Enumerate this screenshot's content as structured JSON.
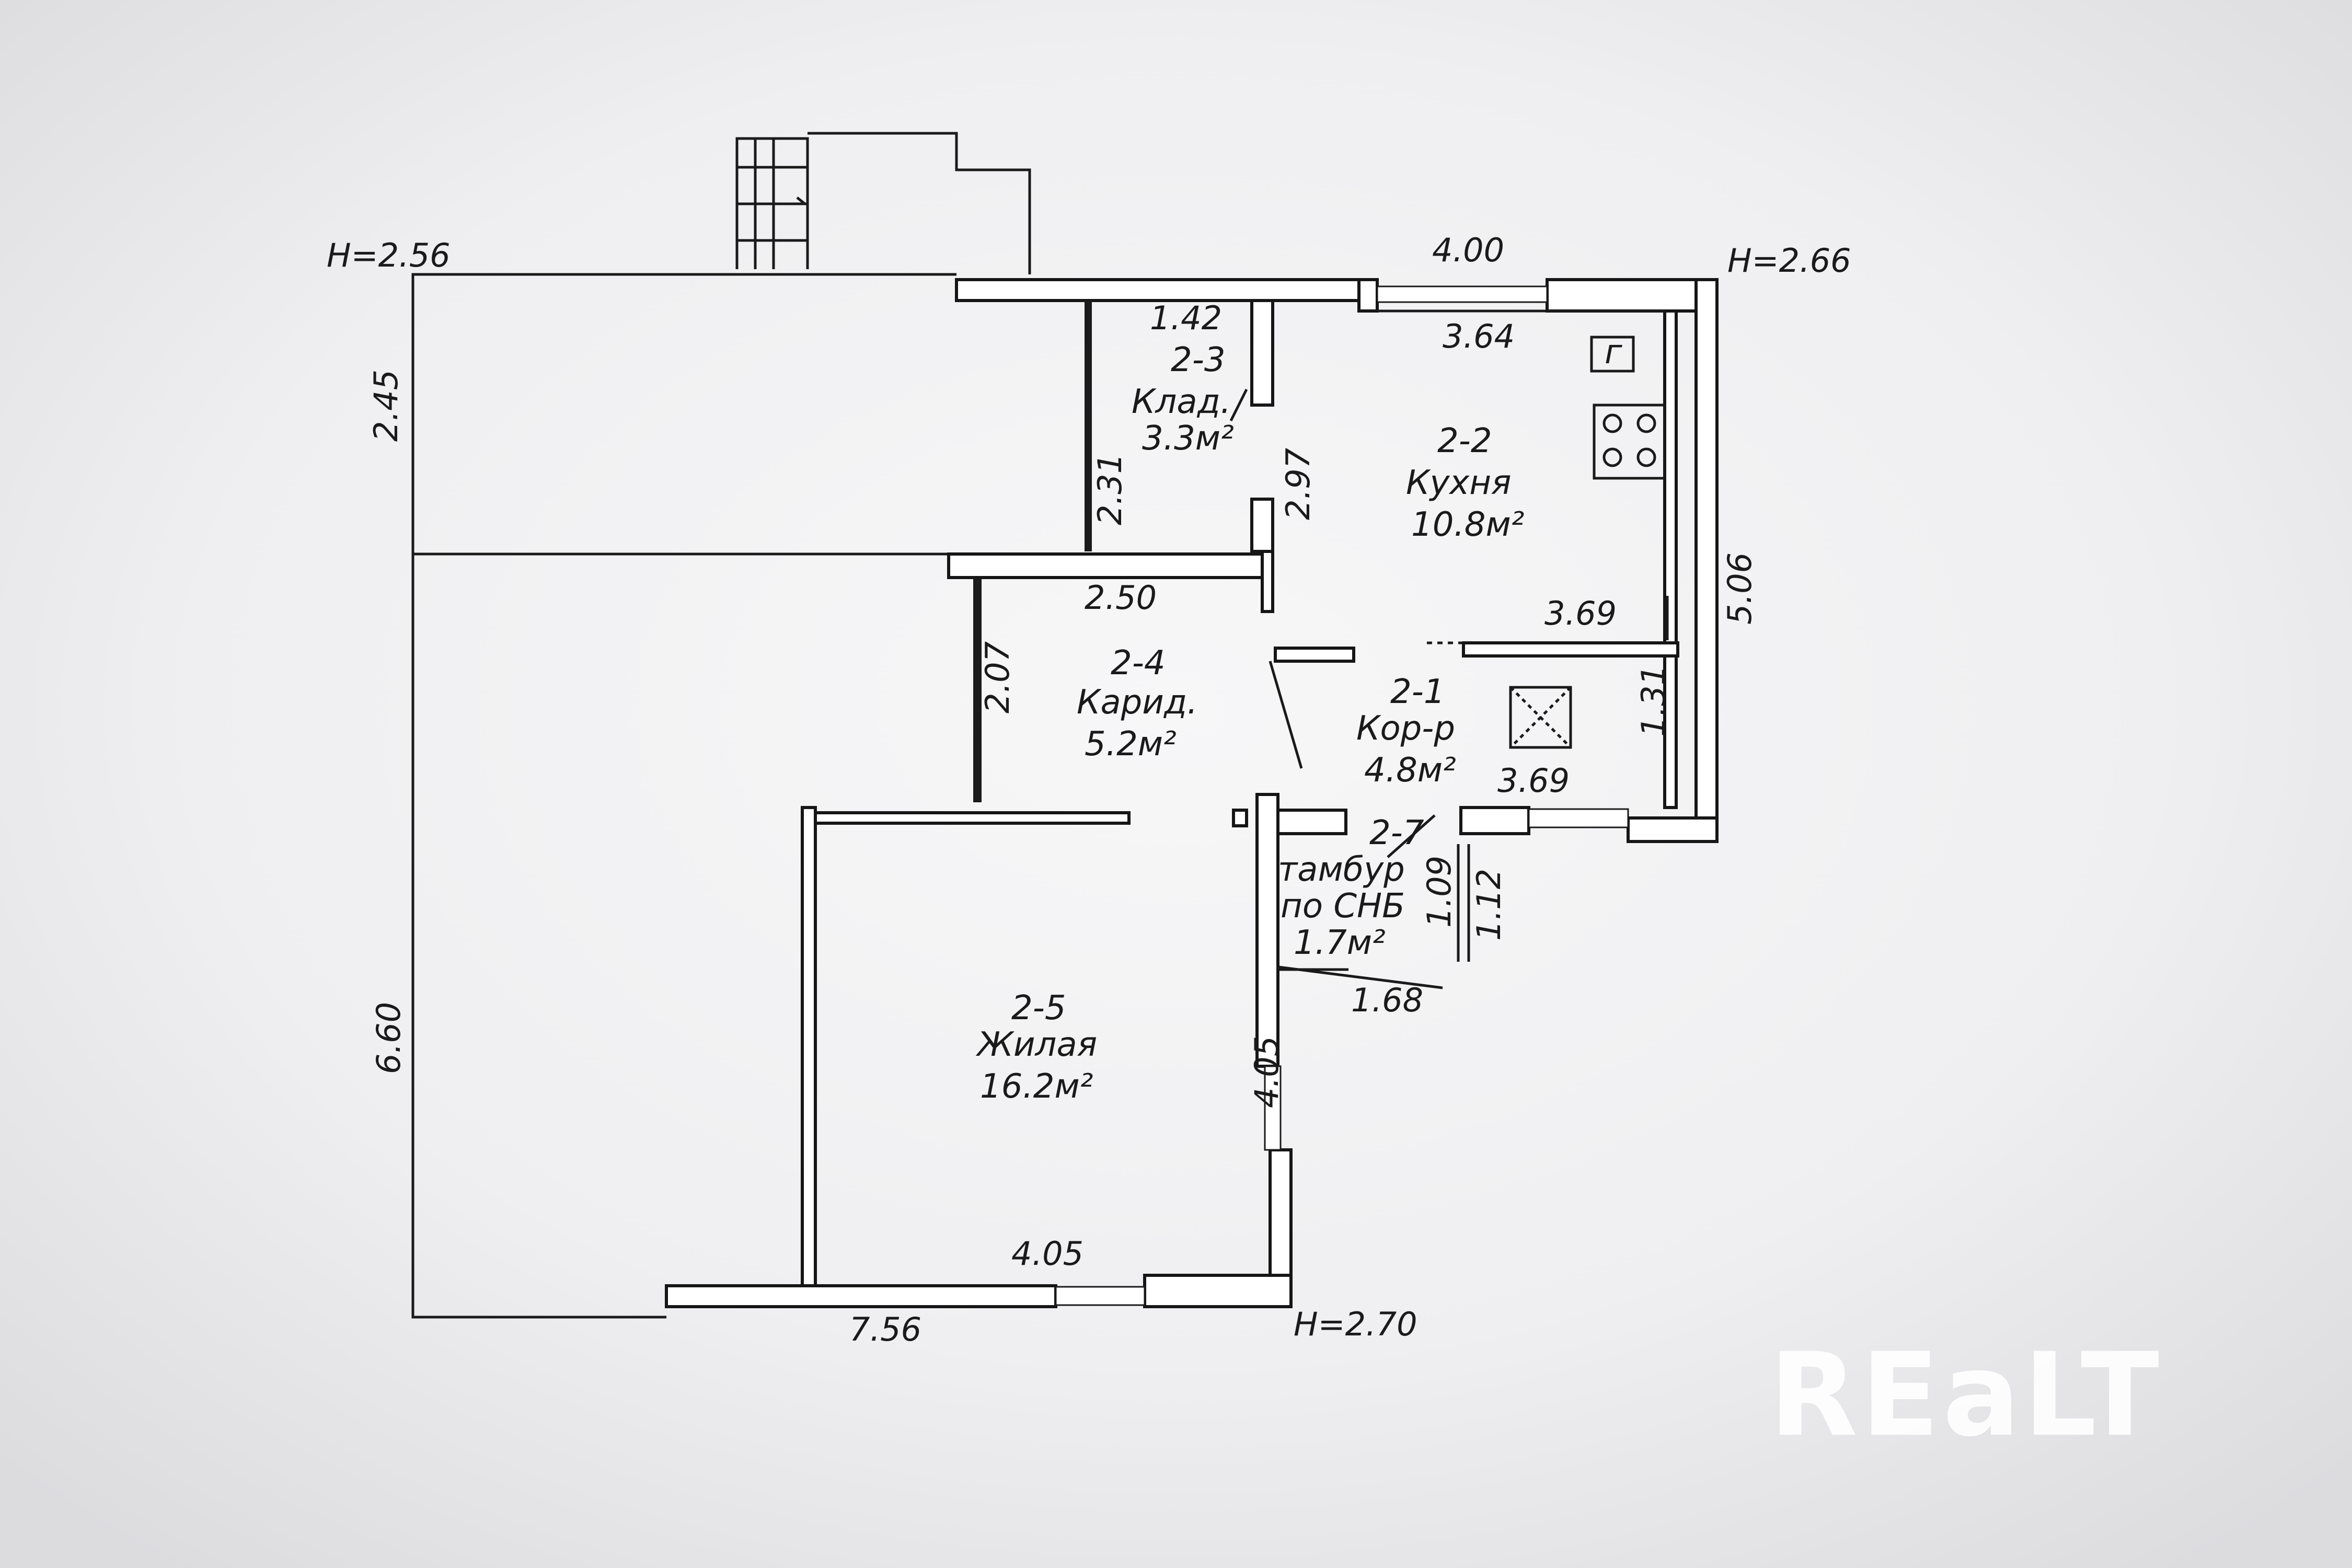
{
  "brand": {
    "watermark": "REaLT"
  },
  "heights": {
    "top_left": "H=2.56",
    "top_right": "H=2.66",
    "bottom": "H=2.70"
  },
  "dimensions": {
    "top_width": "4.00",
    "left_upper": "2.45",
    "left_lower": "6.60",
    "bottom_total": "7.56",
    "right_outer": "5.06",
    "pantry_width": "1.42",
    "pantry_height": "2.31",
    "kitchen_width": "3.64",
    "kitchen_height": "2.97",
    "kitchen_lower_width": "3.69",
    "corridor_width": "2.50",
    "corridor_height": "2.07",
    "hall_width": "3.69",
    "hall_height": "1.31",
    "vestibule_inner": "1.09",
    "vestibule_outer": "1.12",
    "vestibule_width": "1.68",
    "living_height": "4.05",
    "living_width": "4.05"
  },
  "rooms": [
    {
      "id": "2-3",
      "name": "Клад.",
      "area": "3.3м²"
    },
    {
      "id": "2-2",
      "name": "Кухня",
      "area": "10.8м²"
    },
    {
      "id": "2-4",
      "name": "Карид.",
      "area": "5.2м²"
    },
    {
      "id": "2-1",
      "name": "Кор-р",
      "area": "4.8м²"
    },
    {
      "id": "2-7",
      "name": "тамбур",
      "name2": "по СНБ",
      "area": "1.7м²"
    },
    {
      "id": "2-5",
      "name": "Жилая",
      "area": "16.2м²"
    }
  ],
  "fixtures": {
    "boiler_label": "г"
  }
}
